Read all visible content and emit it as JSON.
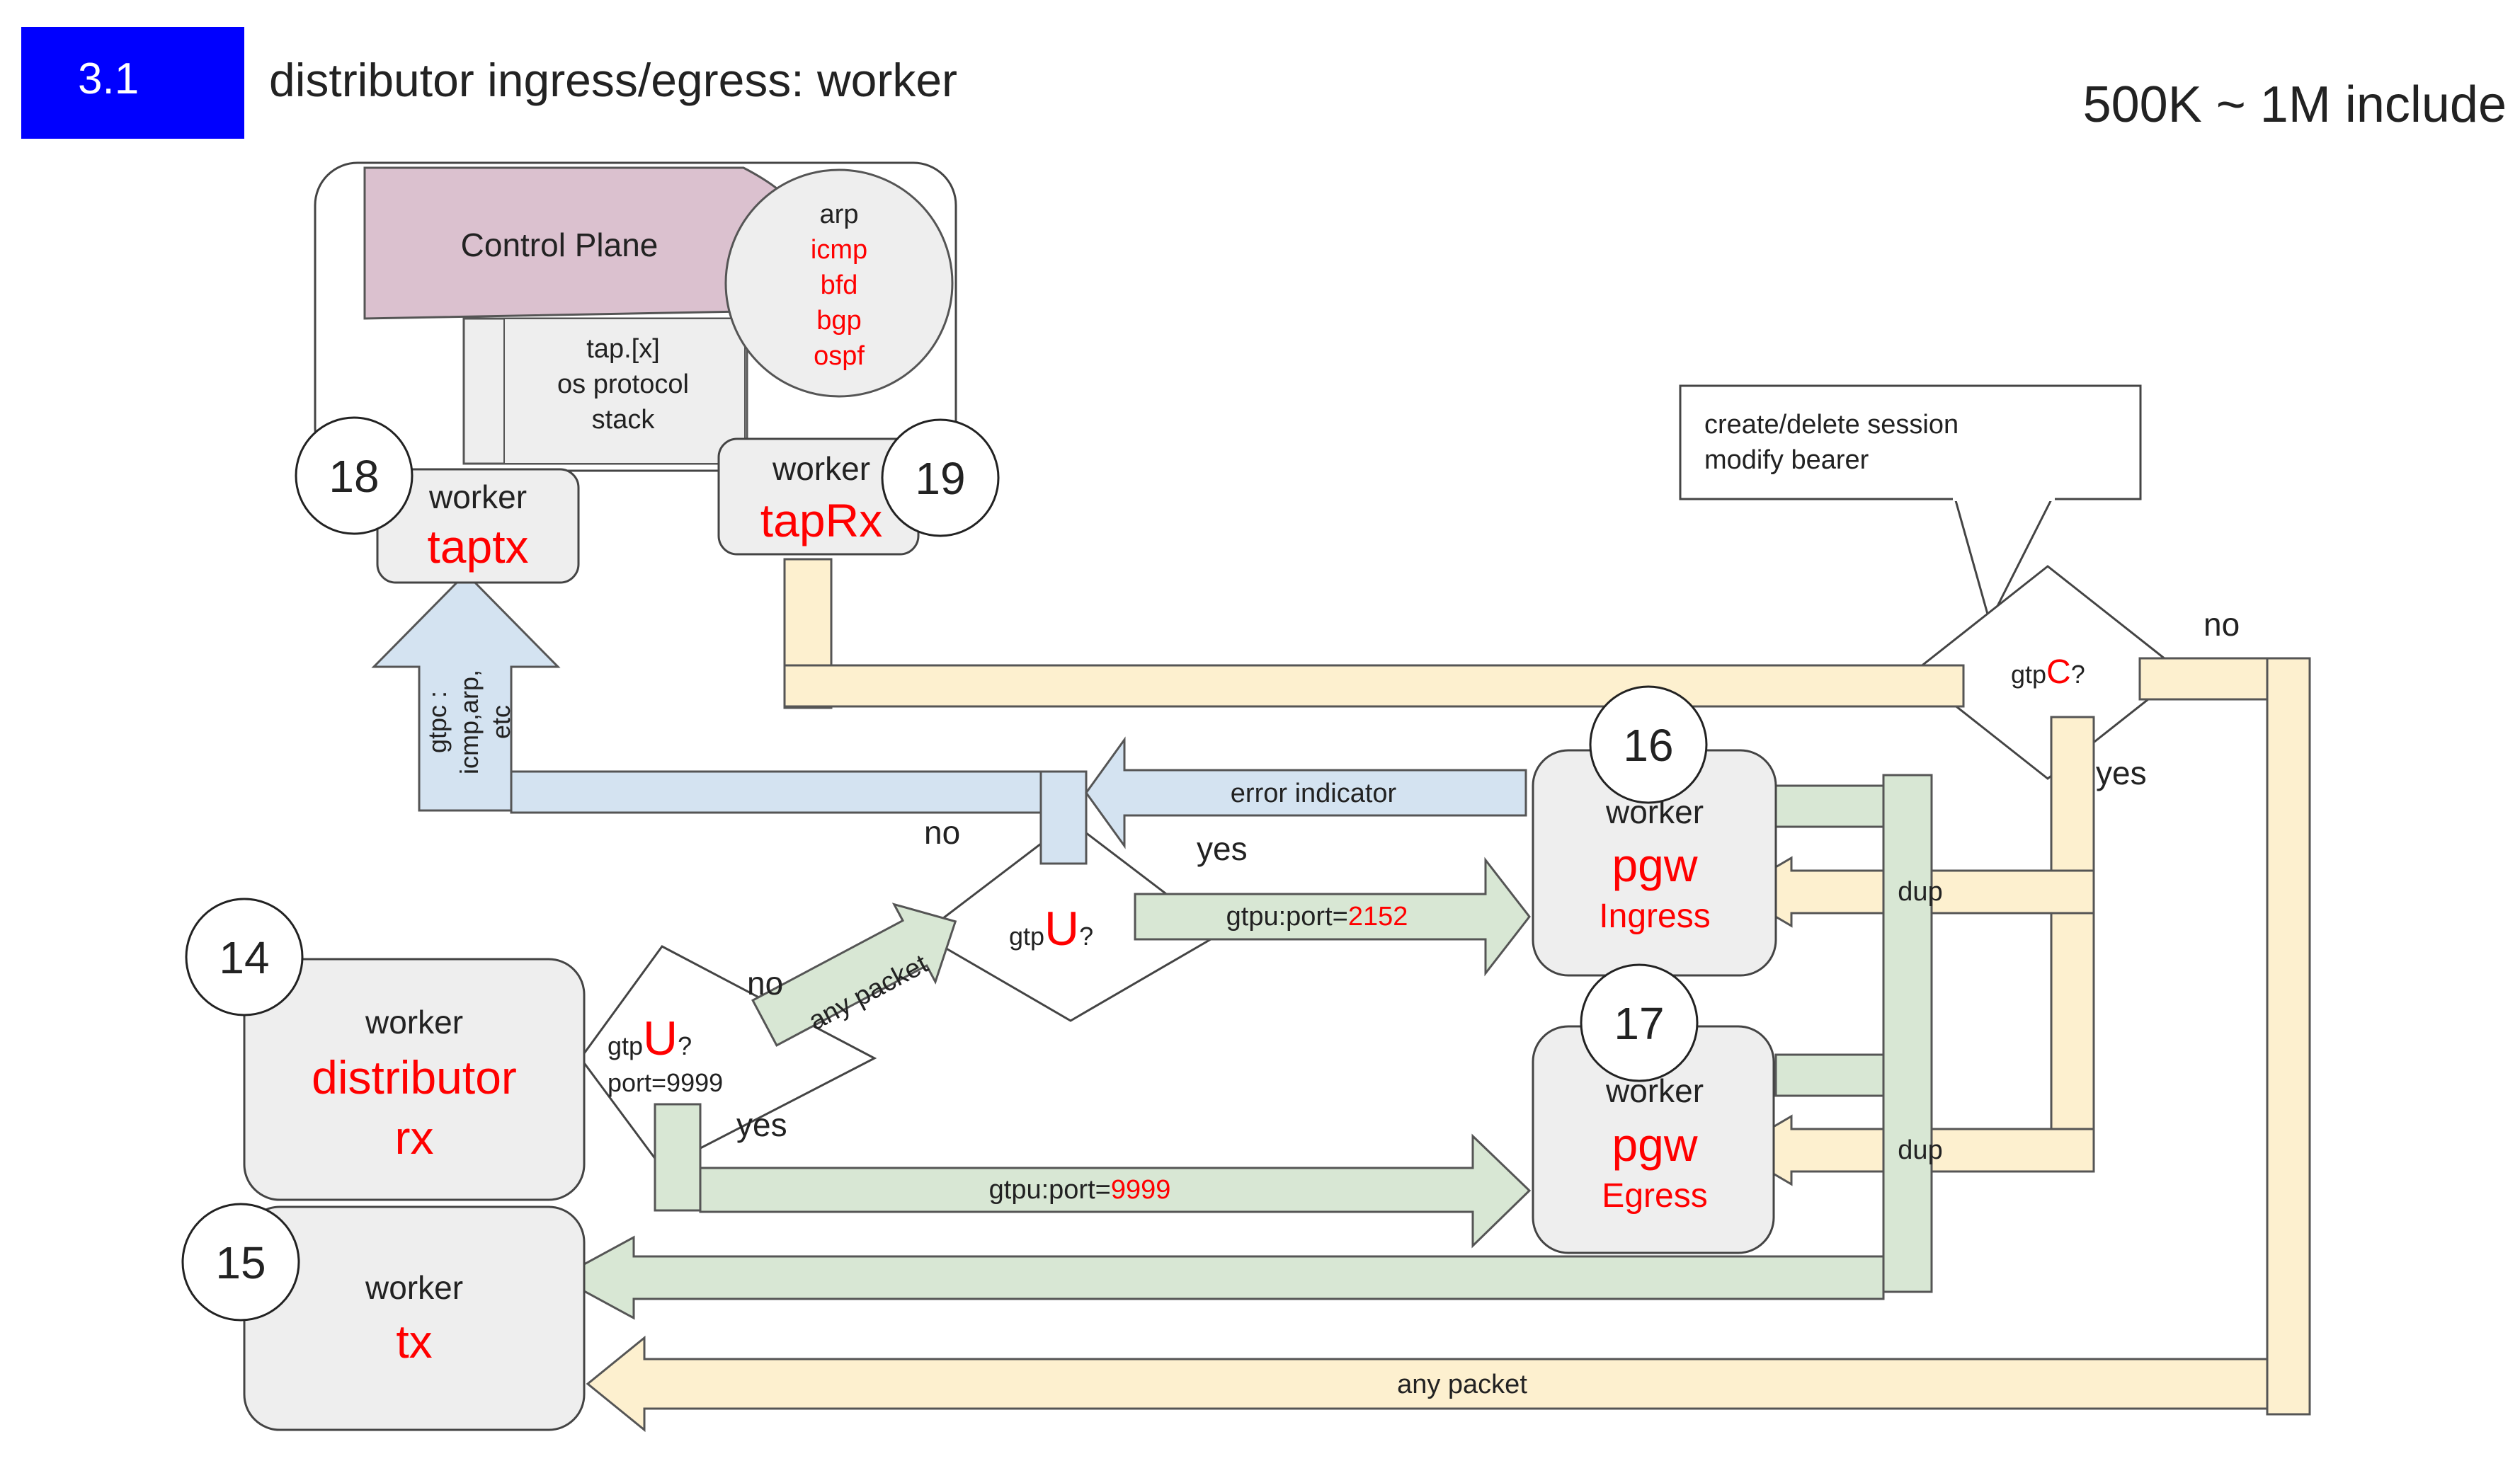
{
  "colors": {
    "red": "#ff0000",
    "blue_badge": "#0000ff",
    "node_fill": "#eeeeee",
    "cp_pink": "#dbc1cf",
    "yellow_fill": "#fdf0cf",
    "green_fill": "#d8e7d4",
    "blue_fill": "#d4e3f1"
  },
  "header": {
    "badge": "3.1",
    "title": "distributor ingress/egress: worker",
    "note": "500K ~ 1M include"
  },
  "control_plane": {
    "label": "Control Plane",
    "protocols": [
      "arp",
      "icmp",
      "bfd",
      "bgp",
      "ospf"
    ],
    "tap_lines": [
      "tap.[x]",
      "os protocol",
      "stack"
    ]
  },
  "callout": {
    "line1": "create/delete session",
    "line2": "modify bearer"
  },
  "nodes": {
    "taptx": {
      "number": "18",
      "role": "worker",
      "name": "taptx"
    },
    "taprx": {
      "number": "19",
      "role": "worker",
      "name": "tapRx"
    },
    "ingress": {
      "number": "16",
      "role": "worker",
      "name": "pgw",
      "sub": "Ingress"
    },
    "egress": {
      "number": "17",
      "role": "worker",
      "name": "pgw",
      "sub": "Egress"
    },
    "dist": {
      "number": "14",
      "role": "worker",
      "name1": "distributor",
      "name2": "rx"
    },
    "tx": {
      "number": "15",
      "role": "worker",
      "name": "tx"
    }
  },
  "decisions": {
    "gtpc": {
      "prefix": "gtp",
      "big": "C",
      "suffix": "?"
    },
    "gtpu1": {
      "prefix": "gtp",
      "big": "U",
      "suffix": "?"
    },
    "gtpu2": {
      "prefix": "gtp",
      "big": "U",
      "suffix": "?",
      "line2": "port=9999"
    }
  },
  "edge_labels": {
    "gtpc_stack": [
      "gtpc :",
      "icmp,arp,",
      "etc"
    ],
    "error_indicator": "error indicator",
    "any_packet_diag": "any packet",
    "port2152_prefix": "gtpu:port=",
    "port2152_value": "2152",
    "port9999_prefix": "gtpu:port=",
    "port9999_value": "9999",
    "dup1": "dup",
    "dup2": "dup",
    "any_packet_bottom": "any packet",
    "no_gtpc": "no",
    "yes_gtpc": "yes",
    "no_u1": "no",
    "yes_u1": "yes",
    "no_u2": "no",
    "yes_u2": "yes"
  }
}
